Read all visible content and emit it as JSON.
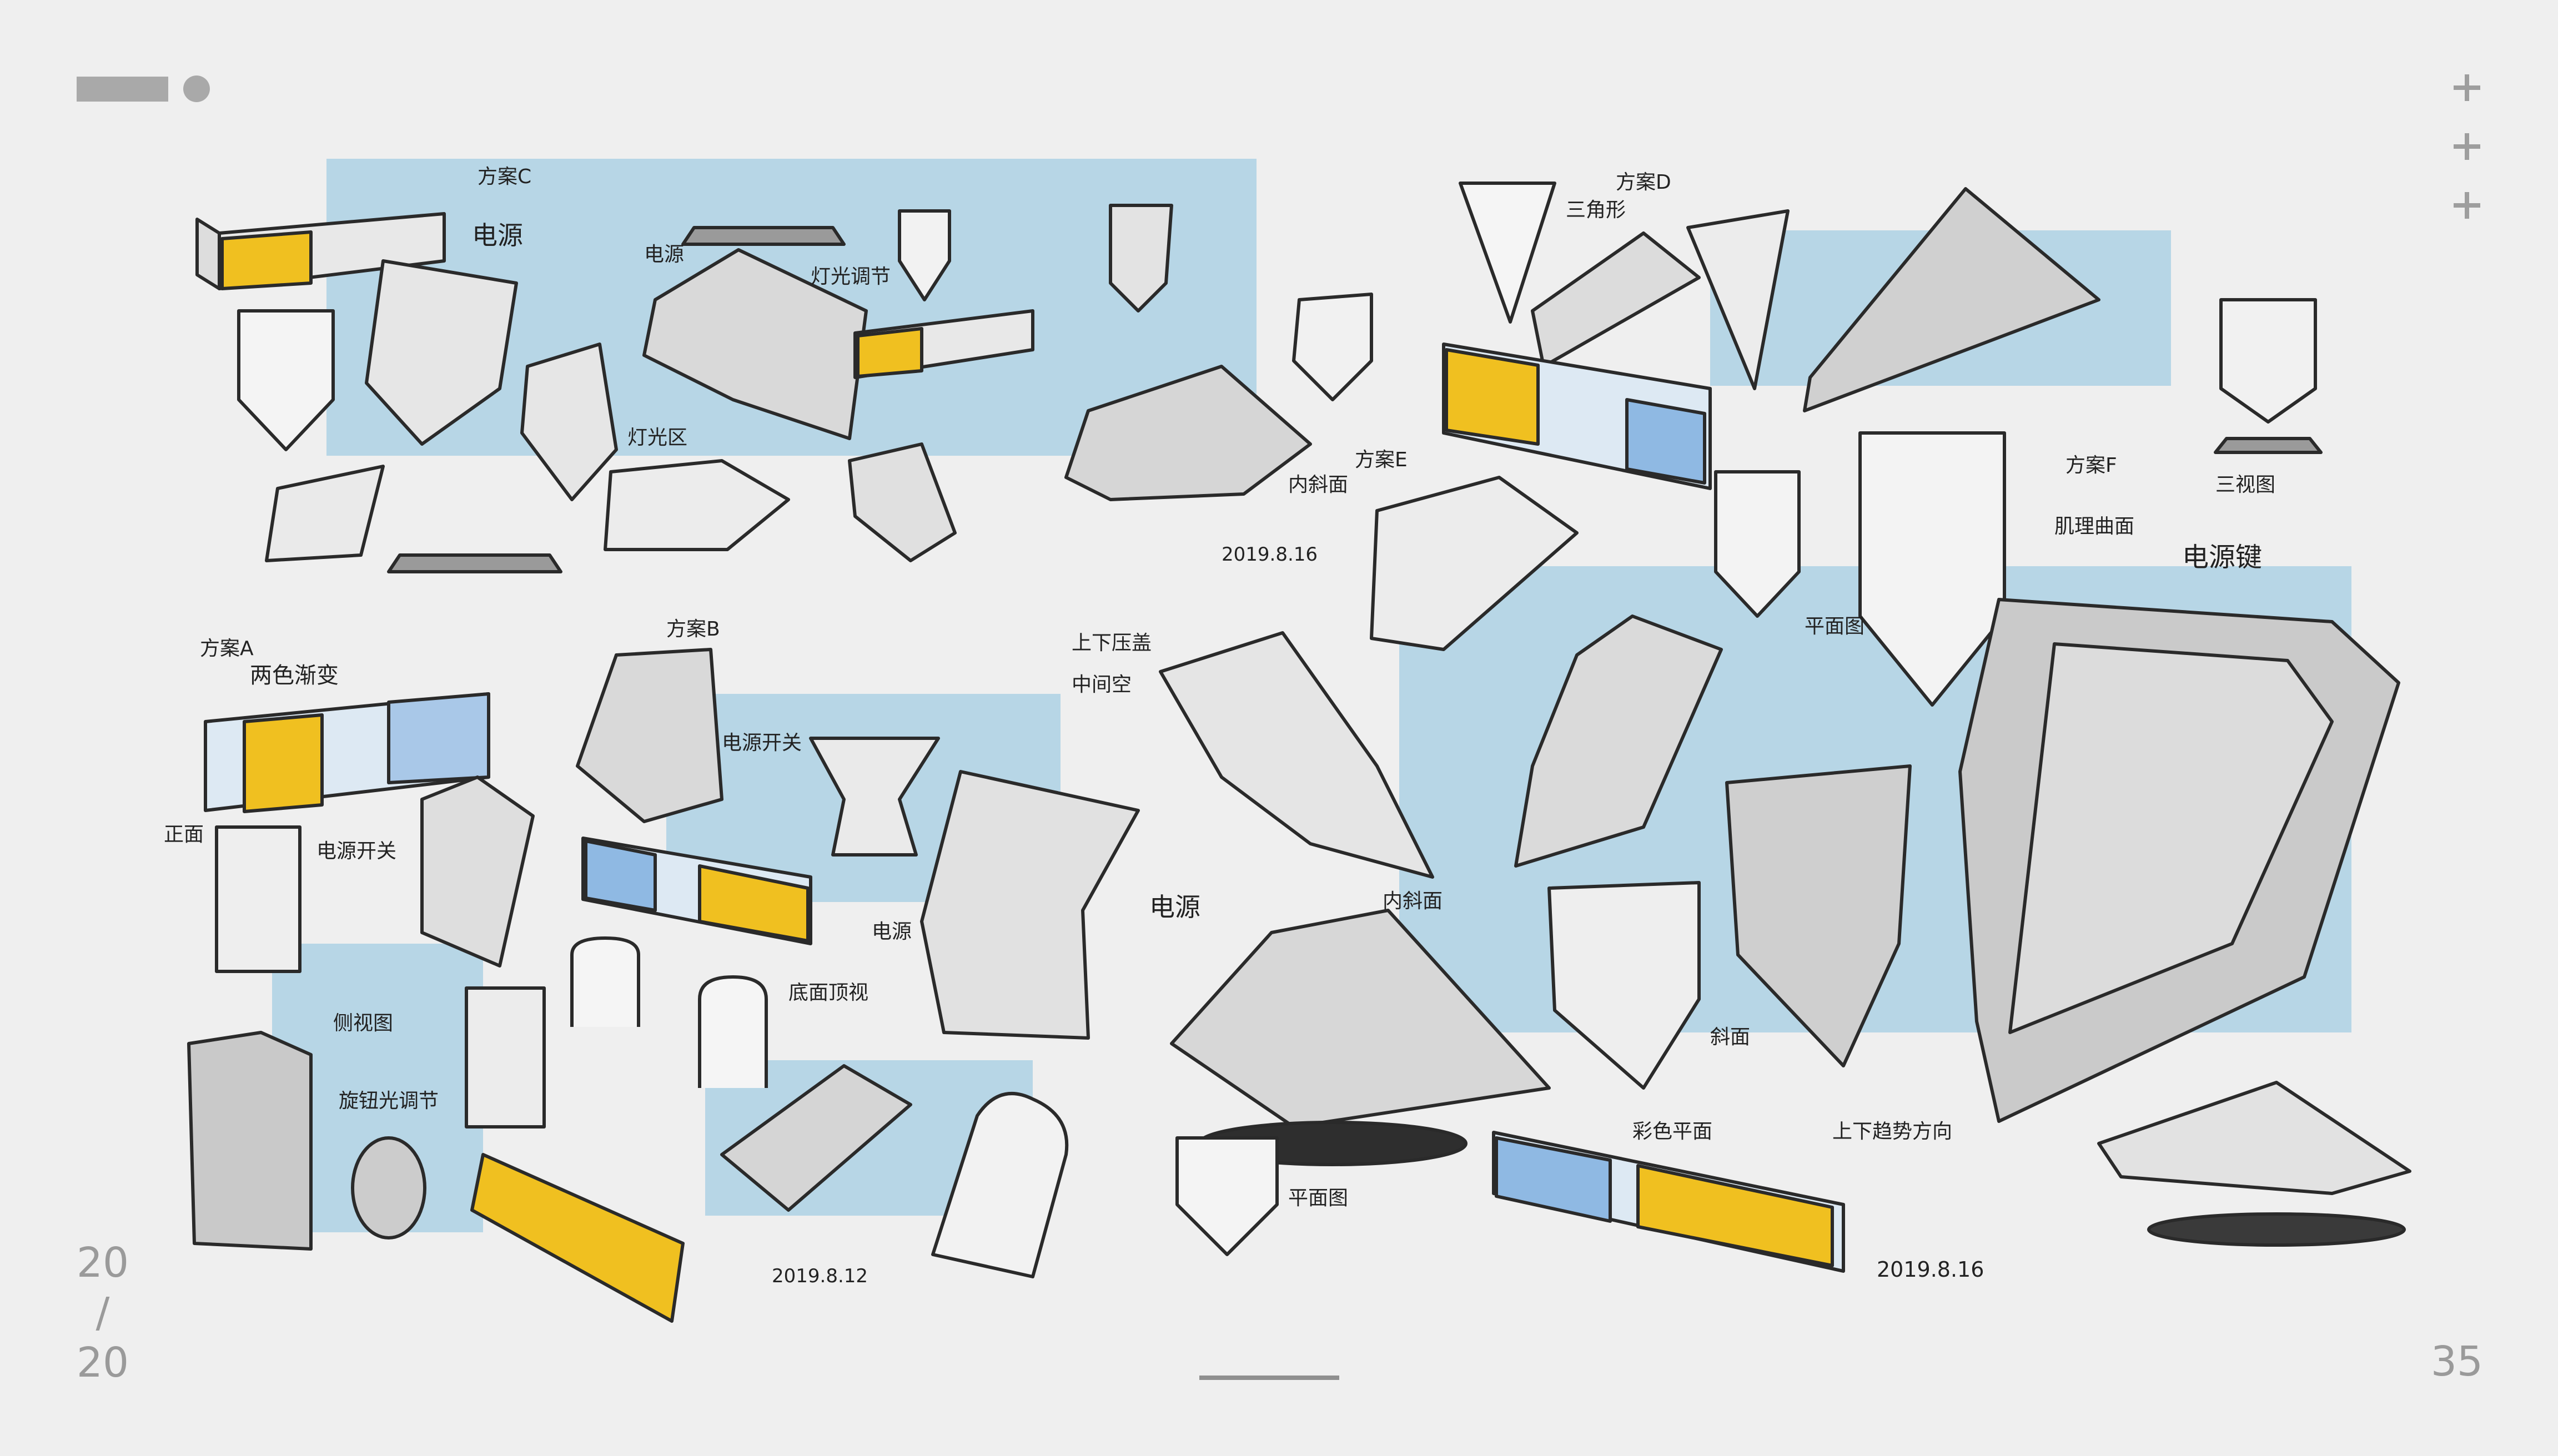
{
  "header": {
    "decor": "bar-dot-decoration"
  },
  "corner_icons": [
    "plus-icon",
    "plus-icon",
    "plus-icon"
  ],
  "page_fraction": {
    "top": "20",
    "slash": "/",
    "bottom": "20"
  },
  "page_number": "35",
  "colors": {
    "background": "#efefef",
    "highlight_blue": "#b7d6e6",
    "accent_yellow": "#f0c020",
    "stroke": "#2a2a2a",
    "gray_ui": "#a9a9a9"
  },
  "annotations": {
    "scheme_c": "方案C",
    "power_c": "电源",
    "light_adjust_c": "灯光调节",
    "power_small_c": "电源",
    "light_zone": "灯光区",
    "scheme_d": "方案D",
    "triangle": "三角形",
    "scheme_e": "方案E",
    "inner_bevel_e": "内斜面",
    "date_1": "2019.8.16",
    "scheme_f": "方案F",
    "three_view": "三视图",
    "fillet_surface": "肌理曲面",
    "power_button": "电源键",
    "plane_view": "平面图",
    "scheme_a": "方案A",
    "color_gradient": "两色渐变",
    "front_view": "正面",
    "power_switch_a": "电源开关",
    "side_view": "侧视图",
    "scheme_b": "方案B",
    "power_switch_b": "电源开关",
    "top_bottom_gap": "上下压盖",
    "middle_gap": "中间空",
    "power_b": "电源",
    "bottom_top_view": "底面顶视",
    "knob_adjust": "旋钮光调节",
    "date_2": "2019.8.12",
    "power_mid": "电源",
    "inner_bevel_mid": "内斜面",
    "bevel": "斜面",
    "plane_view_2": "平面图",
    "color_plane": "彩色平面",
    "trend_direction": "上下趋势方向",
    "date_3": "2019.8.16"
  }
}
